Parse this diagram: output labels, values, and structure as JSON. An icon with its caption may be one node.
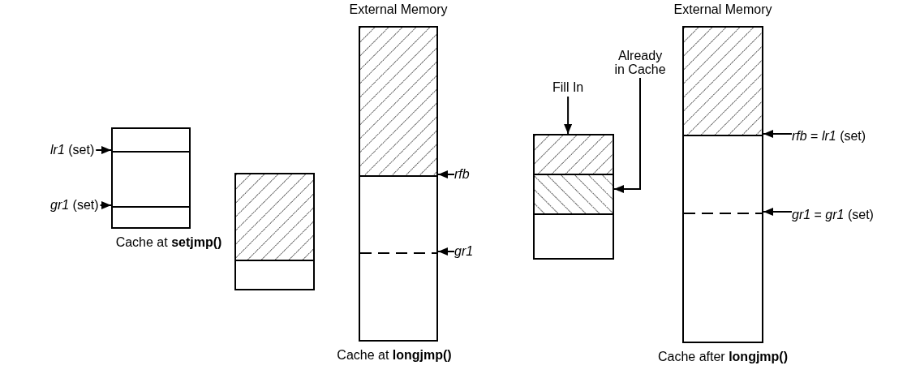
{
  "diagram": {
    "nodes": [
      {
        "text": [
          "*lr1* (set)"
        ]
      },
      {
        "text": [
          "*gr1* (set)"
        ]
      },
      {
        "text": [],
        "shape": "box",
        "beside": [
          "Cache at **setjmp()**"
        ]
      },
      {
        "text": [],
        "shape": "box"
      },
      {
        "text": [
          "External Memory"
        ],
        "beside": [
          "Cache at **longjmp()**"
        ]
      },
      {
        "text": [
          "rfb"
        ]
      },
      {
        "text": [
          "gr1"
        ]
      },
      {
        "text": [
          "Fill In"
        ]
      },
      {
        "text": [
          "Already in Cache"
        ]
      },
      {
        "text": [],
        "shape": "box"
      },
      {
        "text": [
          "External Memory"
        ],
        "beside": [
          "Cache after **longjmp()**"
        ]
      },
      {
        "text": [
          "*rfb* = *lr1* (set)"
        ]
      },
      {
        "text": [
          "*gr1* = *gr1* (set)"
        ]
      }
    ],
    "edges": [
      {
        "from": 0,
        "to": 2,
        "arrow": "to"
      },
      {
        "from": 1,
        "to": 2,
        "arrow": "to"
      },
      {
        "from": 5,
        "to": 4,
        "arrow": "to"
      },
      {
        "from": 6,
        "to": 4,
        "arrow": "to"
      },
      {
        "from": 7,
        "to": 9,
        "arrow": "to"
      },
      {
        "from": 8,
        "to": 9,
        "arrow": "to"
      },
      {
        "from": 11,
        "to": 10,
        "arrow": "to"
      },
      {
        "from": 12,
        "to": 10,
        "arrow": "to"
      }
    ]
  }
}
